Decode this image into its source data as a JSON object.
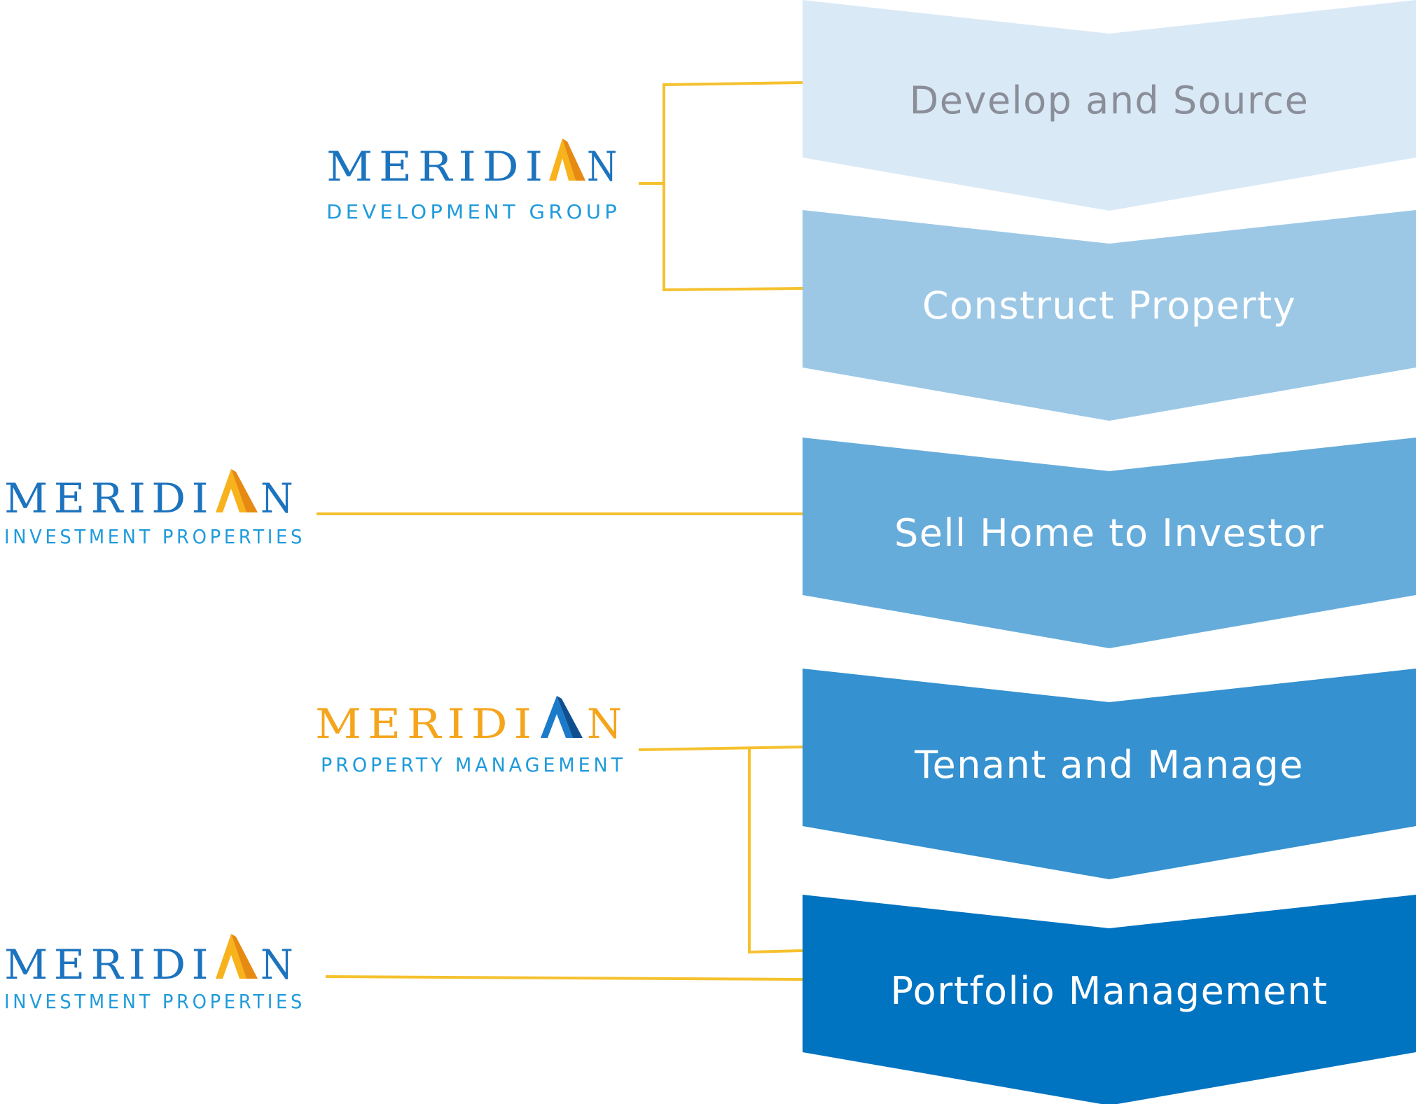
{
  "colors": {
    "connector": "#F5C12E",
    "brand_blue": "#1C73BE",
    "sub_blue": "#1F9BDB",
    "brand_gold": "#F4A51C",
    "accent_gold": "#F7B21C",
    "accent_blue": "#1B7BC9"
  },
  "steps": [
    {
      "label": "Develop and Source",
      "fill": "#DAE9F6",
      "text_color": "#8A8E99"
    },
    {
      "label": "Construct Property",
      "fill": "#9CC8E6",
      "text_color": "#FFFFFF"
    },
    {
      "label": "Sell Home to Investor",
      "fill": "#66ACDB",
      "text_color": "#FFFFFF"
    },
    {
      "label": "Tenant and Manage",
      "fill": "#3591D0",
      "text_color": "#FFFFFF"
    },
    {
      "label": "Portfolio Management",
      "fill": "#0073C1",
      "text_color": "#FFFFFF"
    }
  ],
  "brands": [
    {
      "word_left": "MERIDI",
      "word_right": "N",
      "subtitle": "DEVELOPMENT GROUP",
      "variant": "blue"
    },
    {
      "word_left": "MERIDI",
      "word_right": "N",
      "subtitle": "INVESTMENT PROPERTIES",
      "variant": "blue"
    },
    {
      "word_left": "MERIDI",
      "word_right": "N",
      "subtitle": "PROPERTY MANAGEMENT",
      "variant": "gold"
    },
    {
      "word_left": "MERIDI",
      "word_right": "N",
      "subtitle": "INVESTMENT PROPERTIES",
      "variant": "blue"
    }
  ]
}
